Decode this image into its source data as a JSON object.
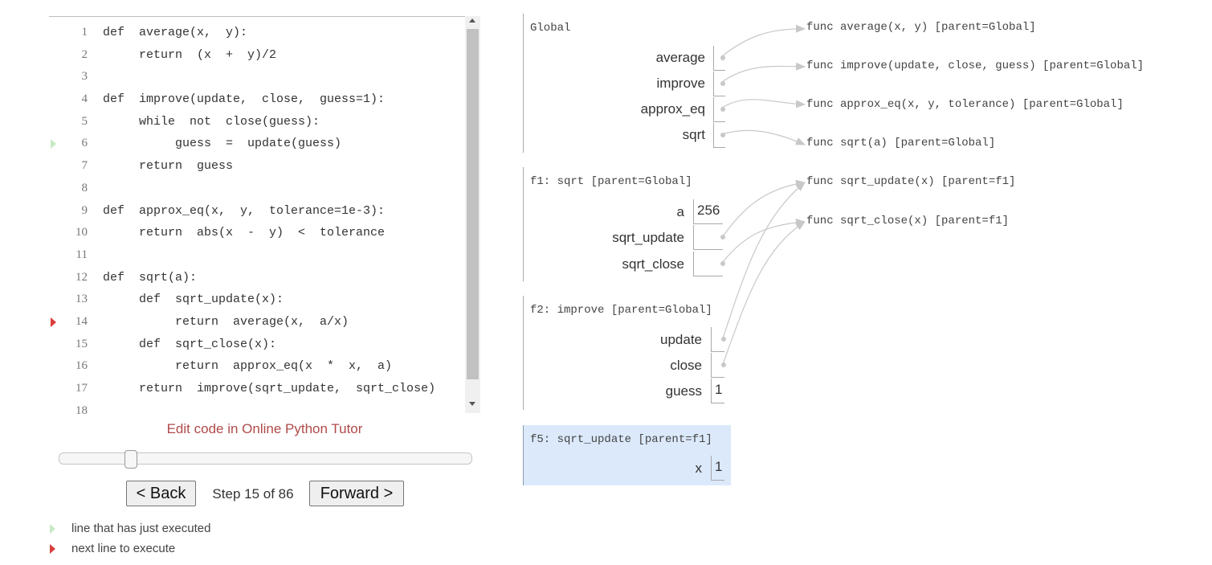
{
  "code": {
    "lines": [
      {
        "num": "1",
        "text": "def  average(x,  y):",
        "marker": ""
      },
      {
        "num": "2",
        "text": "     return  (x  +  y)/2",
        "marker": ""
      },
      {
        "num": "3",
        "text": "",
        "marker": ""
      },
      {
        "num": "4",
        "text": "def  improve(update,  close,  guess=1):",
        "marker": ""
      },
      {
        "num": "5",
        "text": "     while  not  close(guess):",
        "marker": ""
      },
      {
        "num": "6",
        "text": "          guess  =  update(guess)",
        "marker": "prev"
      },
      {
        "num": "7",
        "text": "     return  guess",
        "marker": ""
      },
      {
        "num": "8",
        "text": "",
        "marker": ""
      },
      {
        "num": "9",
        "text": "def  approx_eq(x,  y,  tolerance=1e-3):",
        "marker": ""
      },
      {
        "num": "10",
        "text": "     return  abs(x  -  y)  <  tolerance",
        "marker": ""
      },
      {
        "num": "11",
        "text": "",
        "marker": ""
      },
      {
        "num": "12",
        "text": "def  sqrt(a):",
        "marker": ""
      },
      {
        "num": "13",
        "text": "     def  sqrt_update(x):",
        "marker": ""
      },
      {
        "num": "14",
        "text": "          return  average(x,  a/x)",
        "marker": "next"
      },
      {
        "num": "15",
        "text": "     def  sqrt_close(x):",
        "marker": ""
      },
      {
        "num": "16",
        "text": "          return  approx_eq(x  *  x,  a)",
        "marker": ""
      },
      {
        "num": "17",
        "text": "     return  improve(sqrt_update,  sqrt_close)",
        "marker": ""
      },
      {
        "num": "18",
        "text": "",
        "marker": ""
      }
    ]
  },
  "controls": {
    "edit_link": "Edit code in Online Python Tutor",
    "back_label": "< Back",
    "forward_label": "Forward >",
    "step_text": "Step 15 of 86",
    "step_current": 15,
    "step_total": 86
  },
  "legend": {
    "prev": "line that has just executed",
    "next": "next line to execute"
  },
  "frames": {
    "global": {
      "title": "Global",
      "vars": [
        {
          "name": "average",
          "value": ""
        },
        {
          "name": "improve",
          "value": ""
        },
        {
          "name": "approx_eq",
          "value": ""
        },
        {
          "name": "sqrt",
          "value": ""
        }
      ]
    },
    "f1": {
      "title": "f1: sqrt [parent=Global]",
      "vars": [
        {
          "name": "a",
          "value": "256"
        },
        {
          "name": "sqrt_update",
          "value": ""
        },
        {
          "name": "sqrt_close",
          "value": ""
        }
      ]
    },
    "f2": {
      "title": "f2: improve [parent=Global]",
      "vars": [
        {
          "name": "update",
          "value": ""
        },
        {
          "name": "close",
          "value": ""
        },
        {
          "name": "guess",
          "value": "1"
        }
      ]
    },
    "f5": {
      "title": "f5: sqrt_update [parent=f1]",
      "vars": [
        {
          "name": "x",
          "value": "1"
        }
      ]
    }
  },
  "objects": [
    "func average(x,  y) [parent=Global]",
    "func improve(update,  close,  guess) [parent=Global]",
    "func approx_eq(x,  y,  tolerance) [parent=Global]",
    "func sqrt(a) [parent=Global]",
    "func sqrt_update(x) [parent=f1]",
    "func sqrt_close(x) [parent=f1]"
  ],
  "colors": {
    "prev_arrow": "#c7e8c4",
    "next_arrow": "#d93d3d",
    "active_frame_bg": "#dbe9fb",
    "pointer": "#c8c8c8"
  }
}
